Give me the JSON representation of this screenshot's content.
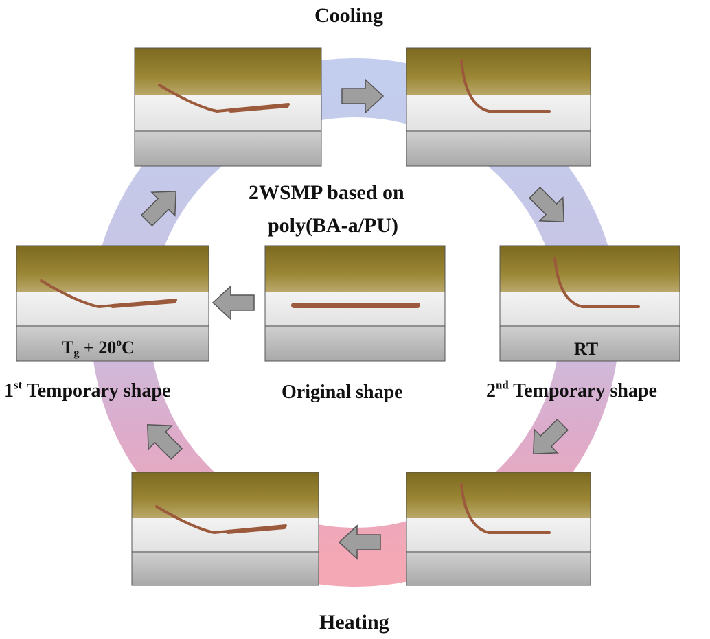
{
  "title": "2WSMP based on poly(BA-a/PU)",
  "title_lines": [
    "2WSMP based on",
    "poly(BA-a/PU)"
  ],
  "top_label": "Cooling",
  "bottom_label": "Heating",
  "stages": [
    {
      "id": "cool-1",
      "shape": "bent-left"
    },
    {
      "id": "cool-2",
      "shape": "bent-high-left"
    },
    {
      "id": "rt",
      "shape": "bent-high-left",
      "temp": "RT",
      "caption": {
        "main": "2",
        "sup": "nd",
        "rest": " Temporary shape"
      }
    },
    {
      "id": "heat-2",
      "shape": "bent-high-left"
    },
    {
      "id": "heat-1",
      "shape": "bent-left"
    },
    {
      "id": "tg",
      "shape": "bent-left",
      "temp": {
        "main": "T",
        "sub": "g",
        "mid": " + 20",
        "sup": "o",
        "rest": "C"
      },
      "caption": {
        "main": "1",
        "sup": "st",
        "rest": " Temporary shape"
      }
    },
    {
      "id": "original",
      "shape": "flat",
      "caption": "Original shape"
    }
  ],
  "arrow_icon": "gray-block-arrow-icon",
  "ring_colors": {
    "top": "#c3cdee",
    "bottom": "#f4a7b5"
  },
  "colors": {
    "wall": "#8a7524",
    "wall_light": "#a48d3a",
    "floor": "#eeeeee",
    "base": "#bdbdbd",
    "sample": "#9c5a3c",
    "arrow": "#9e9e9e"
  }
}
